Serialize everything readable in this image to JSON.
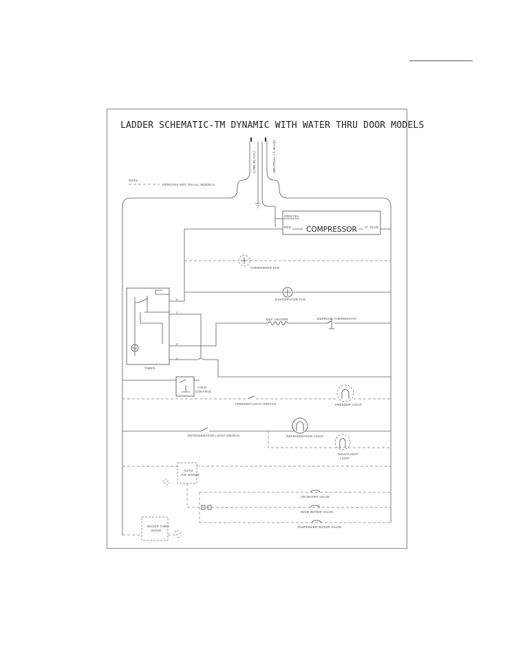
{
  "title": "LADDER SCHEMATIC-TM DYNAMIC WITH WATER THRU DOOR MODELS",
  "supply": {
    "line1": "(LINE-BLACK)",
    "line2": "(NEUTRAL-LT. BLUE)"
  },
  "note": {
    "heading": "NOTE:",
    "legend": "DENOTES NOT ON ALL MODELS"
  },
  "compressor": {
    "label": "COMPRESSOR",
    "wire_top": "GRN/YEL",
    "wire_left": "RED",
    "wire_right": "LT. BLUE"
  },
  "components": {
    "condenser_fan": "CONDENSER FAN",
    "evaporator_fan": "EVAPORATOR FAN",
    "defrost_heater": "DEF. HEATER",
    "defrost_thermostat": "DEFROST THERMOSTAT",
    "timer": "TIMER",
    "timer_motor": "TM",
    "cold_control_1": "COLD",
    "cold_control_2": "CONTROL",
    "freezer_light_switch": "FREEZER LIGHT SWITCH",
    "freezer_light": "FREEZER LIGHT",
    "refrigerator_light_switch": "REFRIGERATOR LIGHT SWITCH",
    "refrigerator_light": "REFRIGERATOR LIGHT",
    "nightlight_1": "NIGHTLIGHT",
    "nightlight_2": "LIGHT",
    "ice_maker_1": "AUTO",
    "ice_maker_2": "ICE MAKER",
    "water_thru_door_1": "WATER THRU",
    "water_thru_door_2": "DOOR",
    "ice_water_valve": "I/M WATER VALVE",
    "main_water_valve": "MAIN WATER VALVE",
    "dispenser_water_valve": "DISPENSER WATER VALVE"
  },
  "terminals": [
    "2",
    "1",
    "4",
    "3"
  ]
}
